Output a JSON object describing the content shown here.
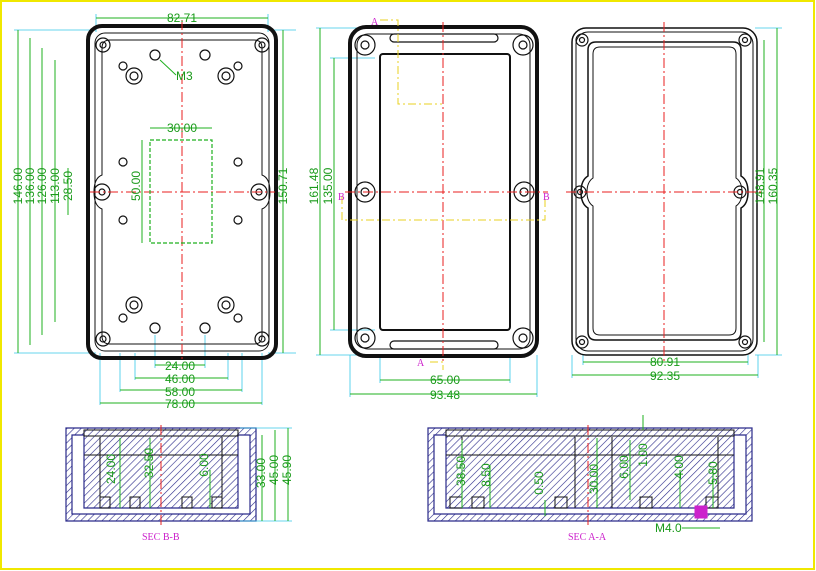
{
  "top_view": {
    "width_82_71": "82.71",
    "m3": "M3",
    "left_dims": [
      "146.00",
      "136.00",
      "126.00",
      "113.00",
      "28.50"
    ],
    "inner_50": "50.00",
    "inner_30": "30.00",
    "right_150_71": "150.71",
    "bottom_dims": [
      "24.00",
      "46.00",
      "58.00",
      "78.00"
    ]
  },
  "middle_view": {
    "label_a_top": "A",
    "label_a_bottom": "A",
    "label_b_left": "B",
    "label_b_right": "B",
    "left_dims": [
      "161.48",
      "135.00"
    ],
    "bottom_dims": [
      "65.00",
      "93.48"
    ]
  },
  "right_view": {
    "right_dims": [
      "148.91",
      "160.35"
    ],
    "bottom_dims": [
      "80.91",
      "92.35"
    ]
  },
  "sec_bb": {
    "title": "SEC  B-B",
    "dims": [
      "24.00",
      "32.50",
      "6.00",
      "33.00",
      "45.00",
      "45.90"
    ]
  },
  "sec_aa": {
    "title": "SEC  A-A",
    "dims": [
      "38.50",
      "8.50",
      "0.50",
      "30.00",
      "6.00",
      "1.00",
      "4.00",
      "5.80",
      "M4.0"
    ]
  },
  "colors": {
    "dimension": "#1a9a1a",
    "extension": "#35c8e8",
    "centerline": "#e81f1f",
    "section_line": "#e8d020",
    "label": "#cc22cc",
    "outline": "#111111",
    "border": "#f0e800"
  }
}
